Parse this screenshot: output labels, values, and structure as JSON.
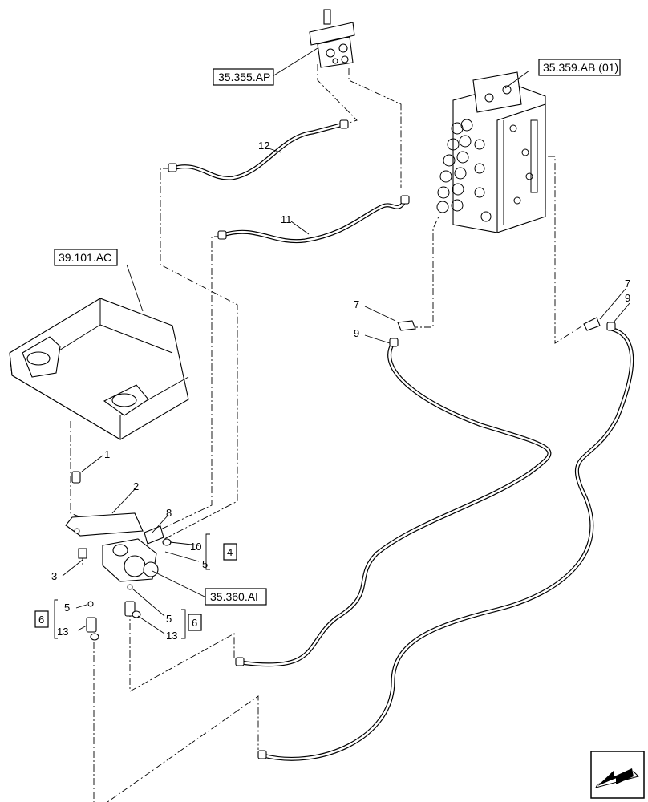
{
  "references": {
    "ref_35_355_AP": "35.355.AP",
    "ref_35_359_AB": "35.359.AB (01)",
    "ref_39_101_AC": "39.101.AC",
    "ref_35_360_AI": "35.360.AI"
  },
  "callouts": {
    "c1": "1",
    "c2": "2",
    "c3": "3",
    "c8": "8",
    "c10": "10",
    "c5a": "5",
    "c4": "4",
    "c5b": "5",
    "c13a": "13",
    "c6a": "6",
    "c5c": "5",
    "c13b": "13",
    "c6b": "6",
    "c7a": "7",
    "c9a": "9",
    "c7b": "7",
    "c9b": "9",
    "c11": "11",
    "c12": "12"
  }
}
